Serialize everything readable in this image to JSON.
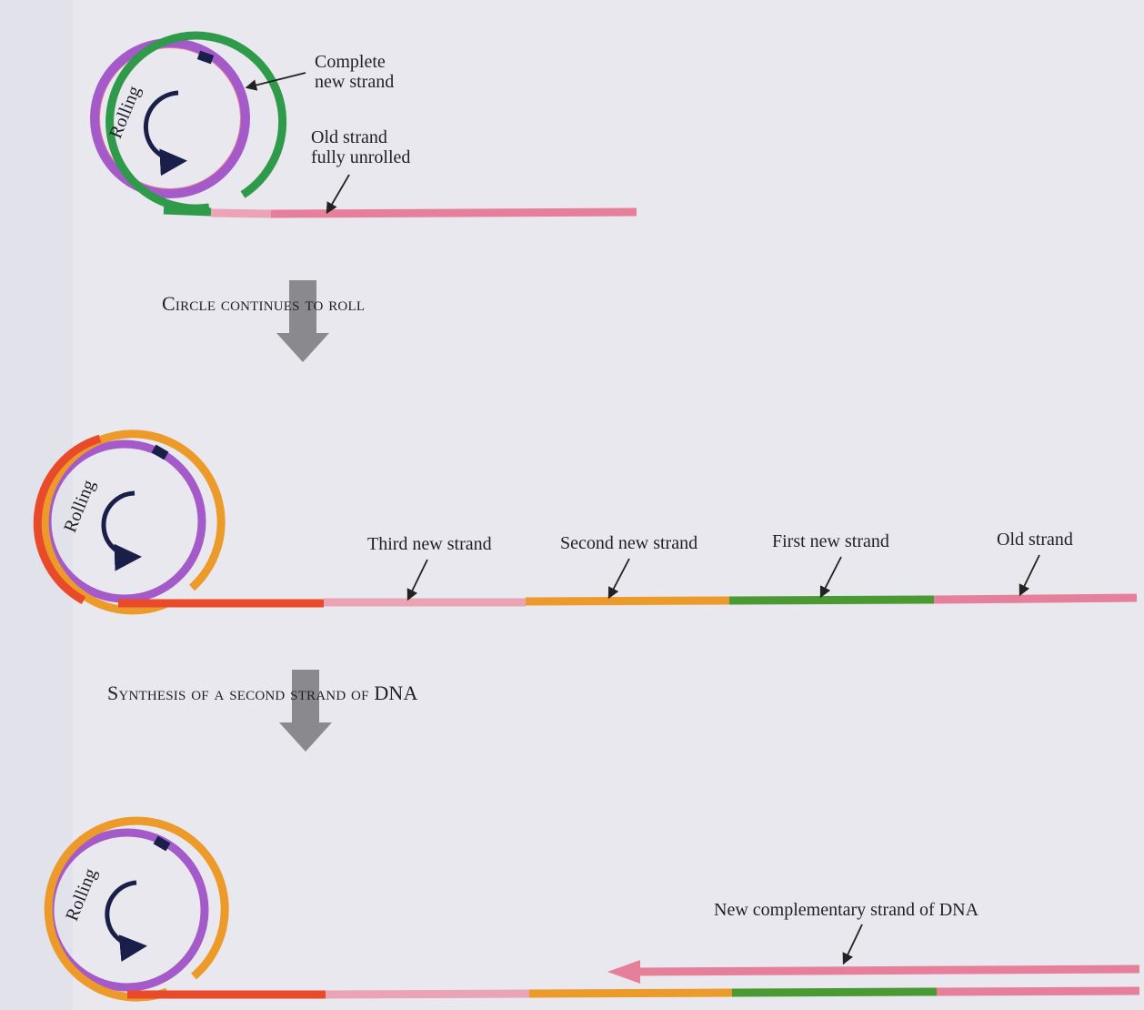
{
  "panel1": {
    "rolling_label": "Rolling",
    "complete_new_strand_label": "Complete\nnew strand",
    "old_strand_unrolled_label": "Old strand\nfully unrolled"
  },
  "step1": {
    "label": "Circle continues to roll"
  },
  "panel2": {
    "rolling_label": "Rolling",
    "strand_labels": [
      "Third new strand",
      "Second new strand",
      "First new strand",
      "Old strand"
    ]
  },
  "step2": {
    "label": "Synthesis of a second strand of DNA"
  },
  "panel3": {
    "rolling_label": "Rolling",
    "complementary_label": "New complementary strand of DNA"
  },
  "colors": {
    "background": "#e9e8ee",
    "green": "#2e9a4a",
    "purple": "#a45ac8",
    "orange": "#ec9a2a",
    "red": "#e84a2a",
    "pink": "#e57f9a",
    "light_pink": "#eba3b6",
    "dark_green": "#4a9a34",
    "navy": "#1a1f4a",
    "gray_arrow": "#8a8a8e"
  }
}
